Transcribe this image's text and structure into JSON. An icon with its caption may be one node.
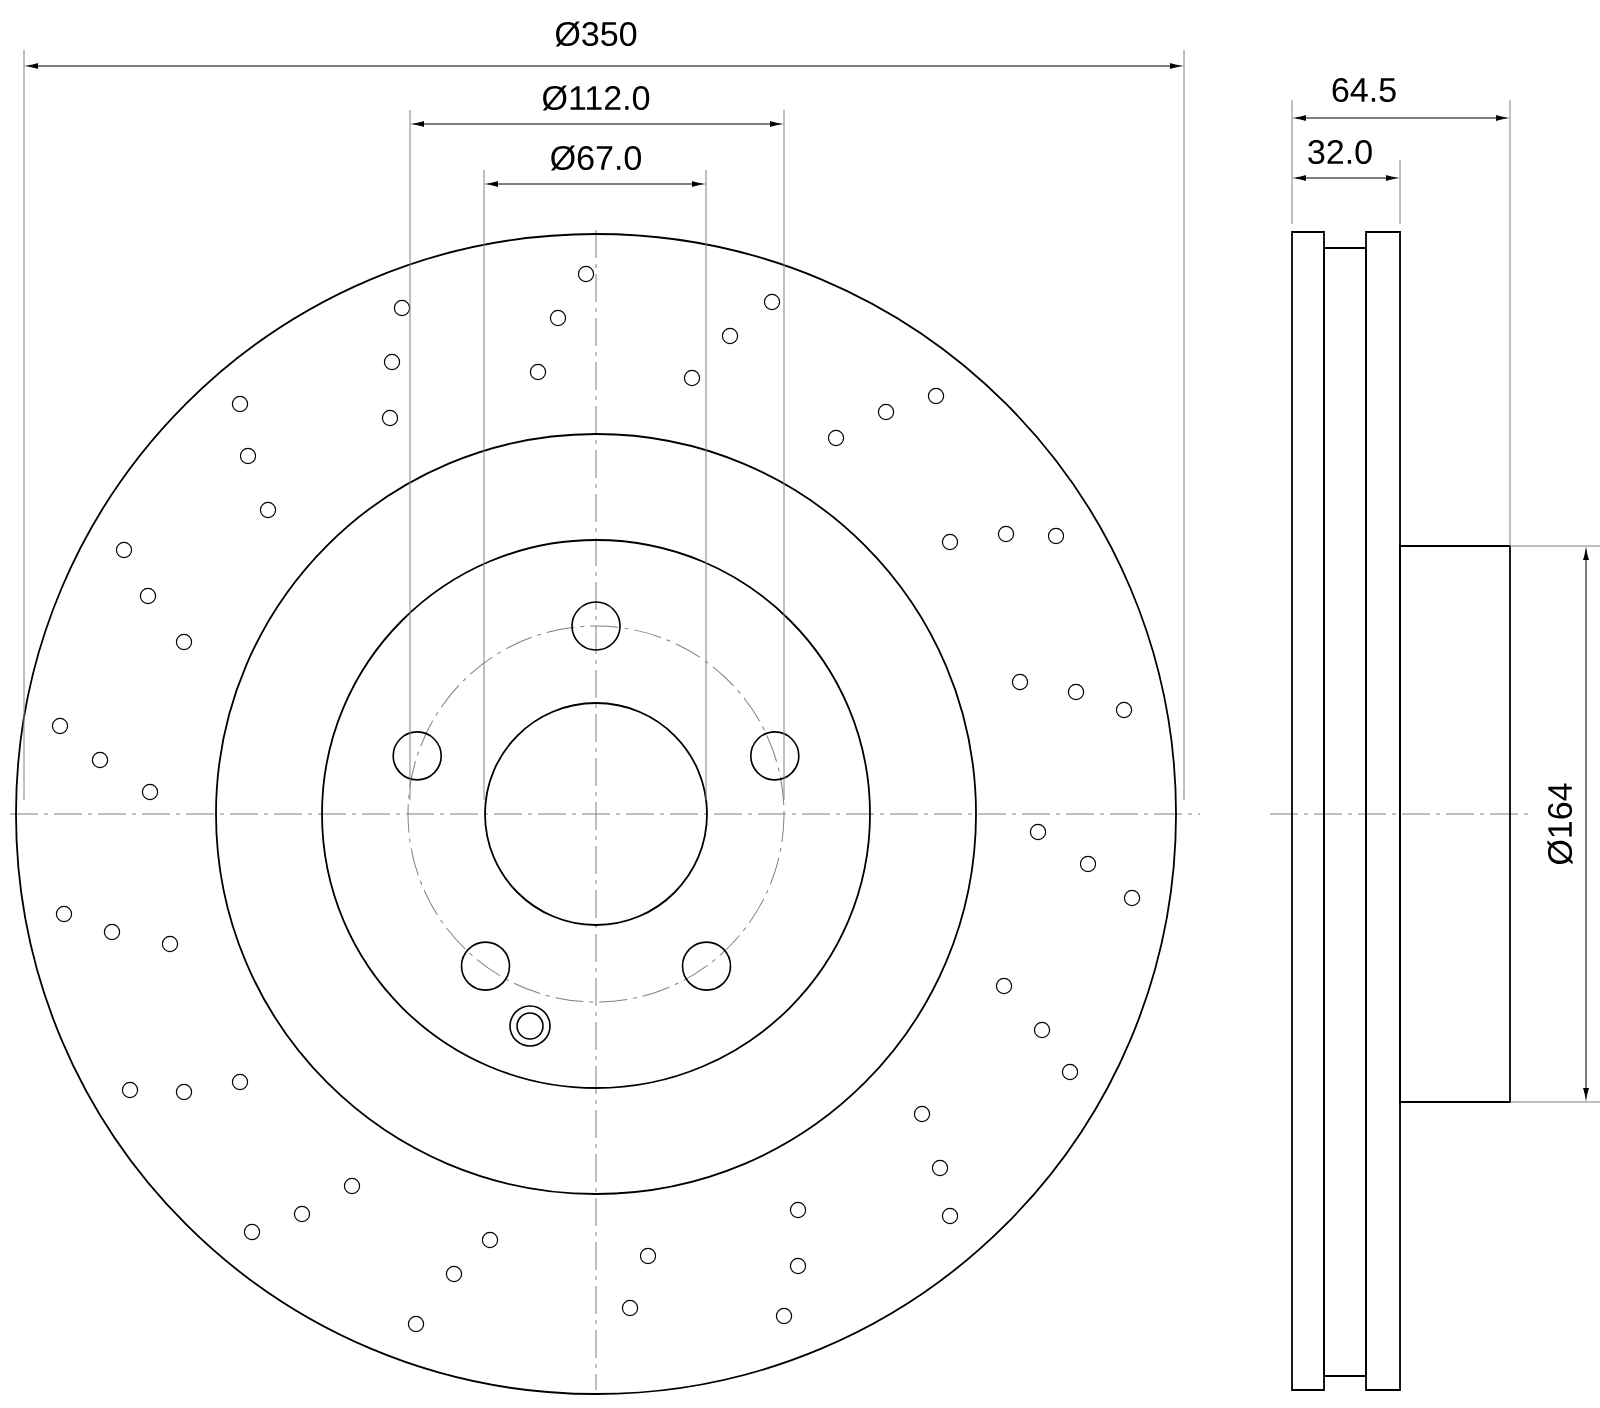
{
  "diagram": {
    "labels": [
      "Ø350",
      "64.5",
      "32.0",
      "Ø112.0",
      "Ø67.0",
      "Ø164"
    ]
  }
}
